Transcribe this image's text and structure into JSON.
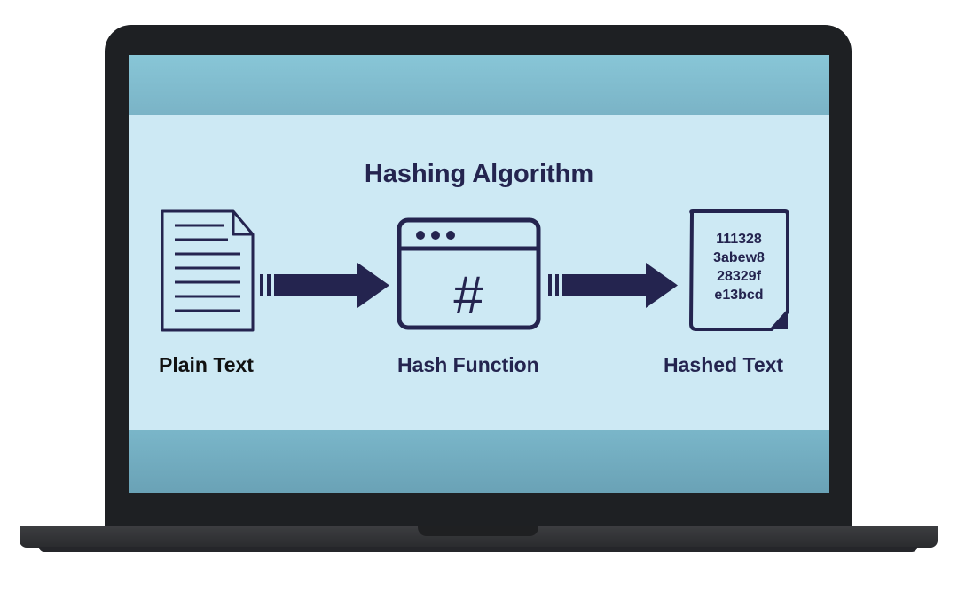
{
  "diagram": {
    "title": "Hashing Algorithm",
    "nodes": [
      {
        "id": "plain",
        "label": "Plain Text",
        "icon": "document-icon"
      },
      {
        "id": "hash",
        "label": "Hash Function",
        "icon": "hash-window-icon",
        "symbol": "#"
      },
      {
        "id": "hashed",
        "label": "Hashed Text",
        "icon": "hashed-document-icon",
        "lines": [
          "111328",
          "3abew8",
          "28329f",
          "e13bcd"
        ]
      }
    ],
    "edges": [
      {
        "from": "plain",
        "to": "hash"
      },
      {
        "from": "hash",
        "to": "hashed"
      }
    ]
  },
  "colors": {
    "ink": "#24244f",
    "screen_bg": "#cde9f4",
    "band": "#7ab3c6",
    "device": "#1e2023"
  }
}
